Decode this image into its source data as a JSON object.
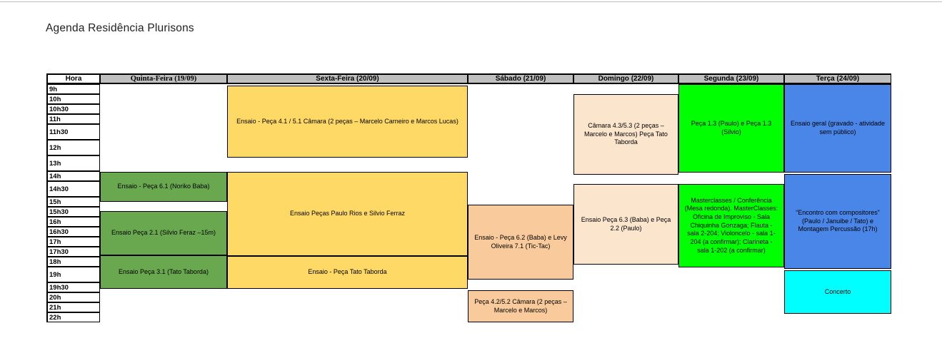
{
  "page": {
    "title": "Agenda Residência Plurisons"
  },
  "table": {
    "hour_header": "Hora",
    "day_headers": [
      "Quinta-Feira (19/09)",
      "Sexta-Feira (20/09)",
      "Sábado (21/09)",
      "Domingo (22/09)",
      "Segunda (23/09)",
      "Terça (24/09)"
    ],
    "hours": [
      "9h",
      "10h",
      "10h30",
      "11h",
      "11h30",
      "12h",
      "13h",
      "14h",
      "14h30",
      "15h",
      "15h30",
      "16h",
      "16h30",
      "17h",
      "17h30",
      "18h",
      "19h",
      "19h30",
      "20h",
      "21h",
      "22h"
    ],
    "events": [
      {
        "id": "quinta-1",
        "col": "quinta",
        "label": "Ensaio - Peça 6.1 (Noriko Baba)",
        "color": "#6AA84F"
      },
      {
        "id": "quinta-2",
        "col": "quinta",
        "label": "Ensaio Peça 2.1 (Silvio Feraz –15m)",
        "color": "#6AA84F"
      },
      {
        "id": "quinta-3",
        "col": "quinta",
        "label": "Ensaio Peça 3.1 (Tato Taborda)",
        "color": "#6AA84F"
      },
      {
        "id": "sexta-1",
        "col": "sexta",
        "label": "Ensaio - Peça 4.1 / 5.1 Câmara (2 peças – Marcelo Carneiro e Marcos Lucas)",
        "color": "#FFD966"
      },
      {
        "id": "sexta-2",
        "col": "sexta",
        "label": "Ensaio Peças Paulo Rios e Silvio Ferraz",
        "color": "#FFD966"
      },
      {
        "id": "sexta-3",
        "col": "sexta",
        "label": "Ensaio - Peça Tato Taborda",
        "color": "#FFD966"
      },
      {
        "id": "sabado-1",
        "col": "sabado",
        "label": "Ensaio - Peça 6.2 (Baba) e Levy Oliveira 7.1 (Tic-Tac)",
        "color": "#F9CB9C"
      },
      {
        "id": "sabado-2",
        "col": "sabado",
        "label": "Peça 4.2/5.2 Câmara (2 peças – Marcelo e Marcos)",
        "color": "#F9CB9C"
      },
      {
        "id": "domingo-1",
        "col": "domingo",
        "label": "Câmara 4.3/5.3 (2 peças – Marcelo e Marcos) Peça Tato Taborda",
        "color": "#FCE5CD"
      },
      {
        "id": "domingo-2",
        "col": "domingo",
        "label": "Ensaio Peça 6.3 (Baba) e Peça 2.2 (Paulo)",
        "color": "#FCE5CD"
      },
      {
        "id": "segunda-1",
        "col": "segunda",
        "label": "Peça 1.3 (Paulo) e Peça 1.3 (Silvio)",
        "color": "#00FF00"
      },
      {
        "id": "segunda-2",
        "col": "segunda",
        "label": "Masterclasses / Conferência (Mesa redonda). MasterClasses: Oficina de Improviso - Sala Chiquinha Gonzaga; Flauta - sala 2-204; Violoncelo - sala 1-204 (a confirmar); Clarineta - sala 1-202 (a confirmar)",
        "color": "#00FF00"
      },
      {
        "id": "terca-1",
        "col": "terca",
        "label": "Ensaio geral (gravado - atividade sem público)",
        "color": "#4A86E8"
      },
      {
        "id": "terca-2",
        "col": "terca",
        "label": "“Encontro com compositores” (Paulo / Januibe / Tato) e Montagem Percussão (17h)",
        "color": "#4A86E8"
      },
      {
        "id": "terca-3",
        "col": "terca",
        "label": "Concerto",
        "color": "#00FFFF"
      }
    ]
  },
  "colors": {
    "header_bg": "#BFBFBF",
    "quinta_green": "#6AA84F",
    "sexta_yellow": "#FFD966",
    "sabado_orange": "#F9CB9C",
    "domingo_peach": "#FCE5CD",
    "segunda_green": "#00FF00",
    "terca_blue": "#4A86E8",
    "concerto_cyan": "#00FFFF",
    "border_black": "#000000"
  }
}
